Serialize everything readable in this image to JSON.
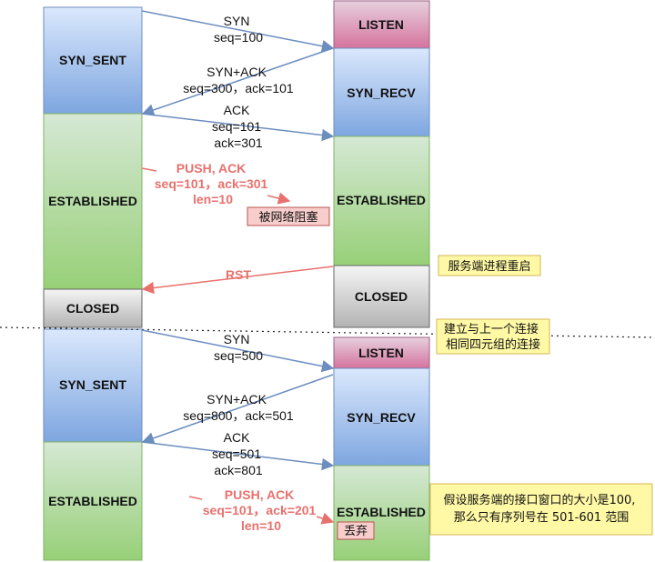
{
  "colors": {
    "listen": "#d26a94",
    "syn": "#7ea7e0",
    "established": "#a6d28f",
    "closed": "#cfcfcf",
    "message_arrow": "#6c8ebf",
    "warn_arrow": "#e8716d",
    "note_fill": "#fff9a6",
    "pink_fill": "#f8cecc"
  },
  "states": {
    "c_syn_sent_1": "SYN_SENT",
    "c_established_1": "ESTABLISHED",
    "c_closed": "CLOSED",
    "c_syn_sent_2": "SYN_SENT",
    "c_established_2": "ESTABLISHED",
    "s_listen_1": "LISTEN",
    "s_syn_recv_1": "SYN_RECV",
    "s_established_1": "ESTABLISHED",
    "s_closed": "CLOSED",
    "s_listen_2": "LISTEN",
    "s_syn_recv_2": "SYN_RECV",
    "s_established_2": "ESTABLISHED"
  },
  "messages": {
    "syn1": [
      "SYN",
      "seq=100"
    ],
    "synack1": [
      "SYN+ACK",
      "seq=300，ack=101"
    ],
    "ack1": [
      "ACK",
      "seq=101",
      "ack=301"
    ],
    "push1": [
      "PUSH, ACK",
      "seq=101，ack=301",
      "len=10"
    ],
    "rst": [
      "RST"
    ],
    "syn2": [
      "SYN",
      "seq=500"
    ],
    "synack2": [
      "SYN+ACK",
      "seq=800，ack=501"
    ],
    "ack2": [
      "ACK",
      "seq=501",
      "ack=801"
    ],
    "push2": [
      "PUSH, ACK",
      "seq=101，ack=201",
      "len=10"
    ]
  },
  "notes": {
    "blocked": "被网络阻塞",
    "restart": "服务端进程重启",
    "same_tuple": [
      "建立与上一个连接",
      "相同四元组的连接"
    ],
    "window": [
      "假设服务端的接口窗口的大小是100,",
      "那么只有序列号在 501-601 范围"
    ],
    "discard": "丢弃"
  }
}
